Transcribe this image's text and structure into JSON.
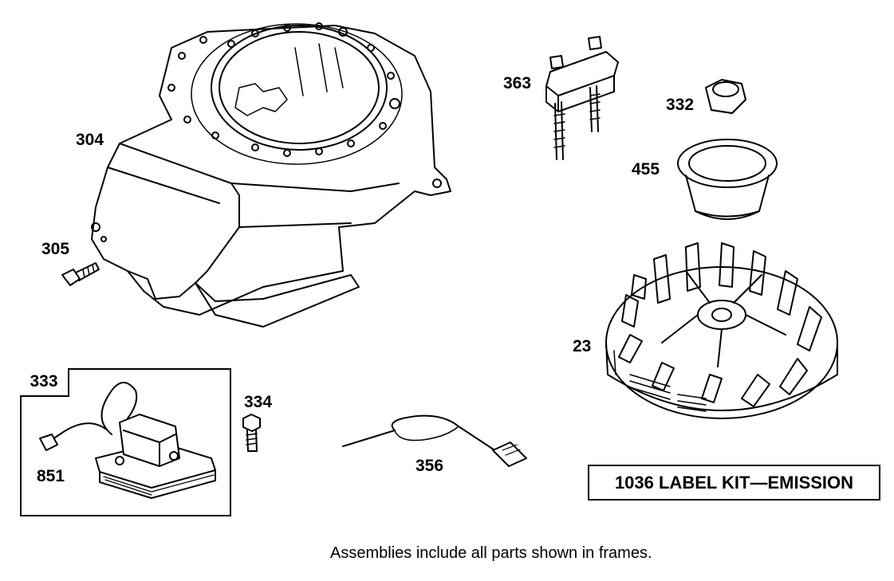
{
  "labels": {
    "p304": "304",
    "p305": "305",
    "p363": "363",
    "p332": "332",
    "p455": "455",
    "p23": "23",
    "p333": "333",
    "p851": "851",
    "p334": "334",
    "p356": "356"
  },
  "label_kit": "1036 LABEL KIT—EMISSION",
  "footnote": "Assemblies include all parts shown in frames."
}
